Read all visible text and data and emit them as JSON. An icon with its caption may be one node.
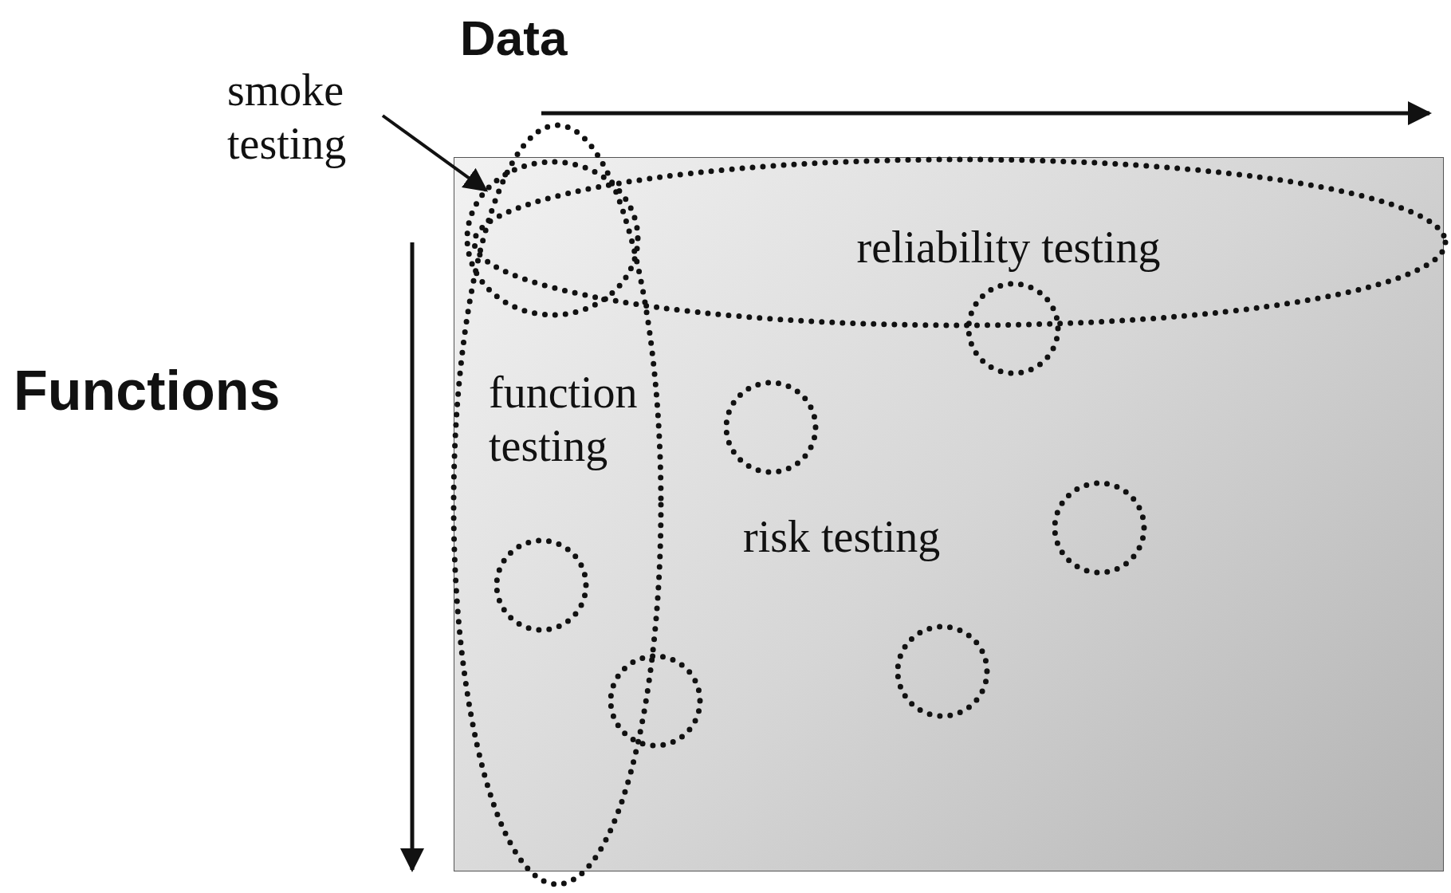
{
  "diagram": {
    "nodes": [
      {
        "text": [
          "smoke testing"
        ]
      },
      {
        "text": [
          "reliability testing"
        ]
      },
      {
        "text": [
          "function testing"
        ]
      },
      {
        "text": [],
        "shape": "circle"
      },
      {
        "text": [],
        "shape": "circle"
      },
      {
        "text": [],
        "shape": "circle"
      },
      {
        "text": [],
        "shape": "circle"
      },
      {
        "text": [],
        "shape": "circle",
        "in": 2
      },
      {
        "text": [],
        "shape": "circle"
      },
      {
        "text": [],
        "shape": "circle"
      }
    ],
    "edges": [
      {
        "from": 0,
        "to": 3,
        "arrow": "to"
      }
    ],
    "labels": [
      "Data",
      "Functions",
      "risk testing"
    ]
  }
}
